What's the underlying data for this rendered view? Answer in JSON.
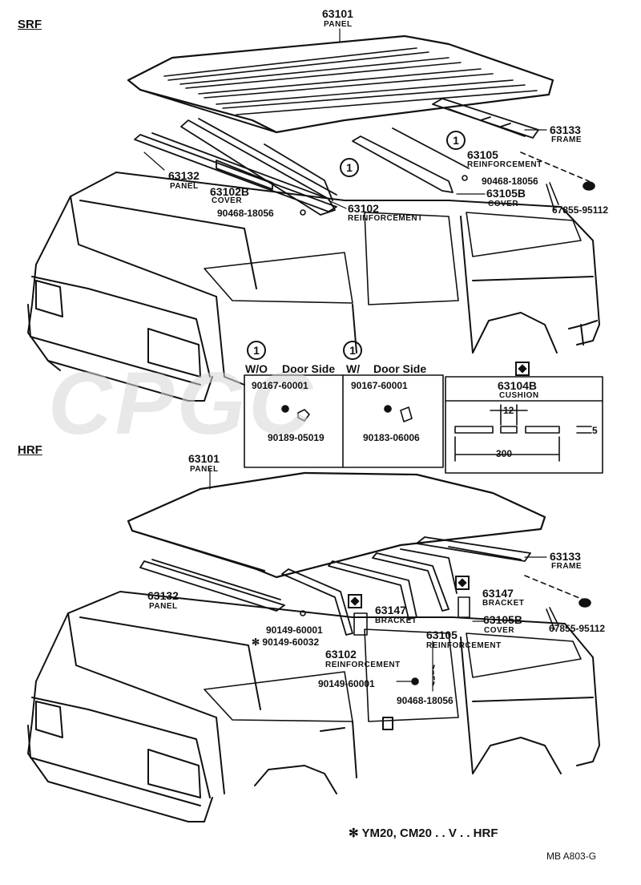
{
  "sections": {
    "srf": "SRF",
    "hrf": "HRF"
  },
  "watermark": "CPGC",
  "srf_parts": {
    "panel_no": "63101",
    "panel_name": "PANEL",
    "frame_no": "63133",
    "frame_name": "FRAME",
    "reinf_b_no": "63105",
    "reinf_b_name": "REINFORCEMENT",
    "bolt_a": "90468-18056",
    "side_panel_no": "63132",
    "side_panel_name": "PANEL",
    "cover_a_no": "63102B",
    "cover_a_name": "COVER",
    "bolt_b": "90468-18056",
    "reinf_a_no": "63102",
    "reinf_a_name": "REINFORCEMENT",
    "cover_b_no": "63105B",
    "cover_b_name": "COVER",
    "clip": "67855-95112",
    "mark_1": "1"
  },
  "detail": {
    "wo_label": "W/O",
    "door_side_a": "Door Side",
    "w_label": "W/",
    "door_side_b": "Door Side",
    "left_part_a": "90167-60001",
    "left_part_b": "90189-05019",
    "right_part_a": "90167-60001",
    "right_part_b": "90183-06006",
    "cushion_no": "63104B",
    "cushion_name": "CUSHION",
    "dim_12": "12",
    "dim_5": "5",
    "dim_300": "300"
  },
  "hrf_parts": {
    "panel_no": "63101",
    "panel_name": "PANEL",
    "frame_no": "63133",
    "frame_name": "FRAME",
    "side_panel_no": "63132",
    "side_panel_name": "PANEL",
    "bracket_l_no": "63147",
    "bracket_l_name": "BRACKET",
    "bracket_r_no": "63147",
    "bracket_r_name": "BRACKET",
    "cover_no": "63105B",
    "cover_name": "COVER",
    "clip": "67855-95112",
    "bolt_a": "90149-60001",
    "bolt_b": "✻ 90149-60032",
    "reinf_b_no": "63105",
    "reinf_b_name": "REINFORCEMENT",
    "reinf_a_no": "63102",
    "reinf_a_name": "REINFORCEMENT",
    "bolt_c": "90149-60001",
    "bolt_d": "90468-18056"
  },
  "footnote": "✻  YM20, CM20 . . V . . HRF",
  "ref_code": "MB  A803-G"
}
